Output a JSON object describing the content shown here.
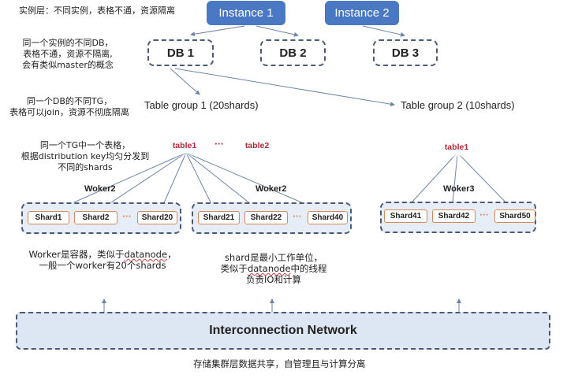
{
  "notes": {
    "instance_layer": "实例层：不同实例，表格不通，资源隔离",
    "db_layer": [
      "同一个实例的不同DB，",
      "表格不通，资源不隔离,",
      "会有类似master的概念"
    ],
    "tg_layer": [
      "同一个DB的不同TG，",
      "表格可以join，资源不彻底隔离"
    ],
    "table_note": [
      "同一个TG中一个表格，",
      "根据distribution key均匀分发到",
      "不同的shards"
    ],
    "worker_note": {
      "prefix": "Worker是容器，类似于",
      "highlight": "datanode",
      "suffix": "，",
      "line2": "一般一个worker有20个shards"
    },
    "shard_note": {
      "line1": "shard是最小工作单位，",
      "prefix": "类似于",
      "highlight": "datanode",
      "suffix": "中的线程",
      "line3": "负责IO和计算"
    },
    "storage_note": "存储集群层数据共享，自管理且与计算分离"
  },
  "instances": [
    {
      "label": "Instance 1"
    },
    {
      "label": "Instance 2"
    }
  ],
  "dbs": [
    {
      "label": "DB 1"
    },
    {
      "label": "DB 2"
    },
    {
      "label": "DB 3"
    }
  ],
  "table_groups": [
    {
      "title": "Table group 1 (20shards)",
      "tables": [
        "table1",
        "table2"
      ],
      "ellipsis": "···",
      "workers": [
        {
          "label": "Woker2",
          "shards": [
            "Shard1",
            "Shard2",
            "Shard20"
          ],
          "ellipsis": "···"
        },
        {
          "label": "Woker2",
          "shards": [
            "Shard21",
            "Shard22",
            "Shard40"
          ],
          "ellipsis": "···"
        }
      ]
    },
    {
      "title": "Table group 2  (10shards)",
      "tables": [
        "table1"
      ],
      "workers": [
        {
          "label": "Woker3",
          "shards": [
            "Shard41",
            "Shard42",
            "Shard50"
          ],
          "ellipsis": "···"
        }
      ]
    }
  ],
  "network": {
    "label": "Interconnection Network"
  },
  "colors": {
    "instance_fill": "#4a78c2",
    "group_fill": "#dde6f3",
    "dash_border": "#4b5a72",
    "shard_border": "#d38a5e",
    "table_text": "#b32a3a",
    "arrow": "#6c84a8"
  }
}
